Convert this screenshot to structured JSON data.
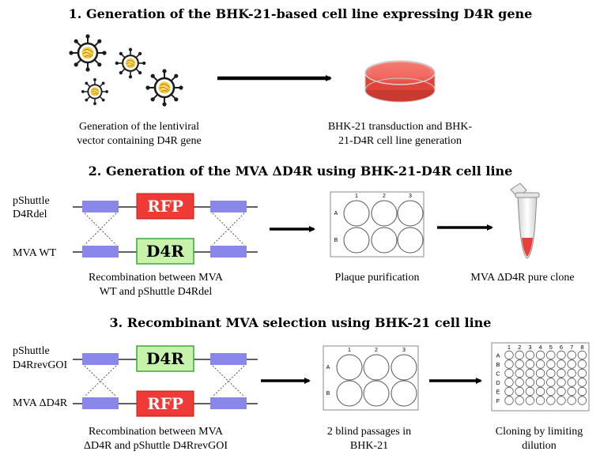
{
  "sections": [
    {
      "title": "1. Generation of the BHK-21-based cell line expressing D4R gene",
      "step_a_caption": [
        "Generation of the lentiviral",
        "vector containing D4R gene"
      ],
      "step_b_caption": [
        "BHK-21 transduction and BHK-",
        "21-D4R cell line generation"
      ]
    },
    {
      "title": "2. Generation of the MVA ΔD4R using BHK-21-D4R cell line",
      "top_label": [
        "pShuttle",
        "D4Rdel"
      ],
      "bottom_label": "MVA WT",
      "top_gene": "RFP",
      "bottom_gene": "D4R",
      "recomb_caption": [
        "Recombination between MVA",
        "WT and pShuttle D4Rdel"
      ],
      "plate_caption": "Plaque purification",
      "tube_caption": "MVA ΔD4R pure clone",
      "plate_cols": [
        "1",
        "2",
        "3"
      ],
      "plate_rows": [
        "A",
        "B"
      ]
    },
    {
      "title": "3. Recombinant MVA selection using BHK-21 cell line",
      "top_label": [
        "pShuttle",
        "D4RrevGOI"
      ],
      "bottom_label": "MVA ΔD4R",
      "top_gene": "D4R",
      "bottom_gene": "RFP",
      "recomb_caption": [
        "Recombination between MVA",
        "ΔD4R and pShuttle D4RrevGOI"
      ],
      "plate_caption": [
        "2 blind passages in",
        "BHK-21"
      ],
      "cloning_caption": [
        "Cloning by limiting",
        "dilution"
      ],
      "plate_cols": [
        "1",
        "2",
        "3"
      ],
      "plate_rows": [
        "A",
        "B"
      ],
      "plate48_cols": [
        "1",
        "2",
        "3",
        "4",
        "5",
        "6",
        "7",
        "8"
      ],
      "plate48_rows": [
        "A",
        "B",
        "C",
        "D",
        "E",
        "F"
      ]
    }
  ],
  "colors": {
    "rfp_fill": "#ef3a35",
    "rfp_text": "#ffffff",
    "d4r_fill": "#c6f2a9",
    "d4r_border": "#3fa33f",
    "d4r_text": "#000000",
    "homology_arm": "#8a87ea",
    "virus_core": "#ffd54a",
    "dish_medium": "#f05a50",
    "tube_liquid": "#e8403a"
  },
  "icons": [
    "virus-icon",
    "petri-dish-icon",
    "well-plate-icon",
    "microcentrifuge-tube-icon"
  ]
}
